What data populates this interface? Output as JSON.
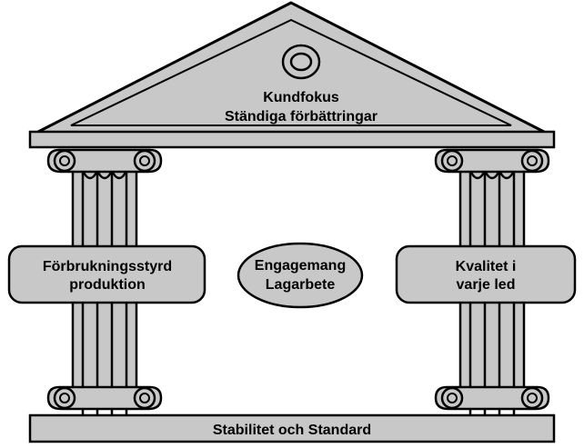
{
  "roof": {
    "line1": "Kundfokus",
    "line2": "Ständiga förbättringar"
  },
  "pillar_left": {
    "line1": "Förbrukningsstyrd",
    "line2": "produktion"
  },
  "center": {
    "line1": "Engagemang",
    "line2": "Lagarbete"
  },
  "pillar_right": {
    "line1": "Kvalitet i",
    "line2": "varje led"
  },
  "base": {
    "label": "Stabilitet och Standard"
  },
  "colors": {
    "fill": "#c8c8c8",
    "stroke": "#000000",
    "background": "#ffffff"
  }
}
